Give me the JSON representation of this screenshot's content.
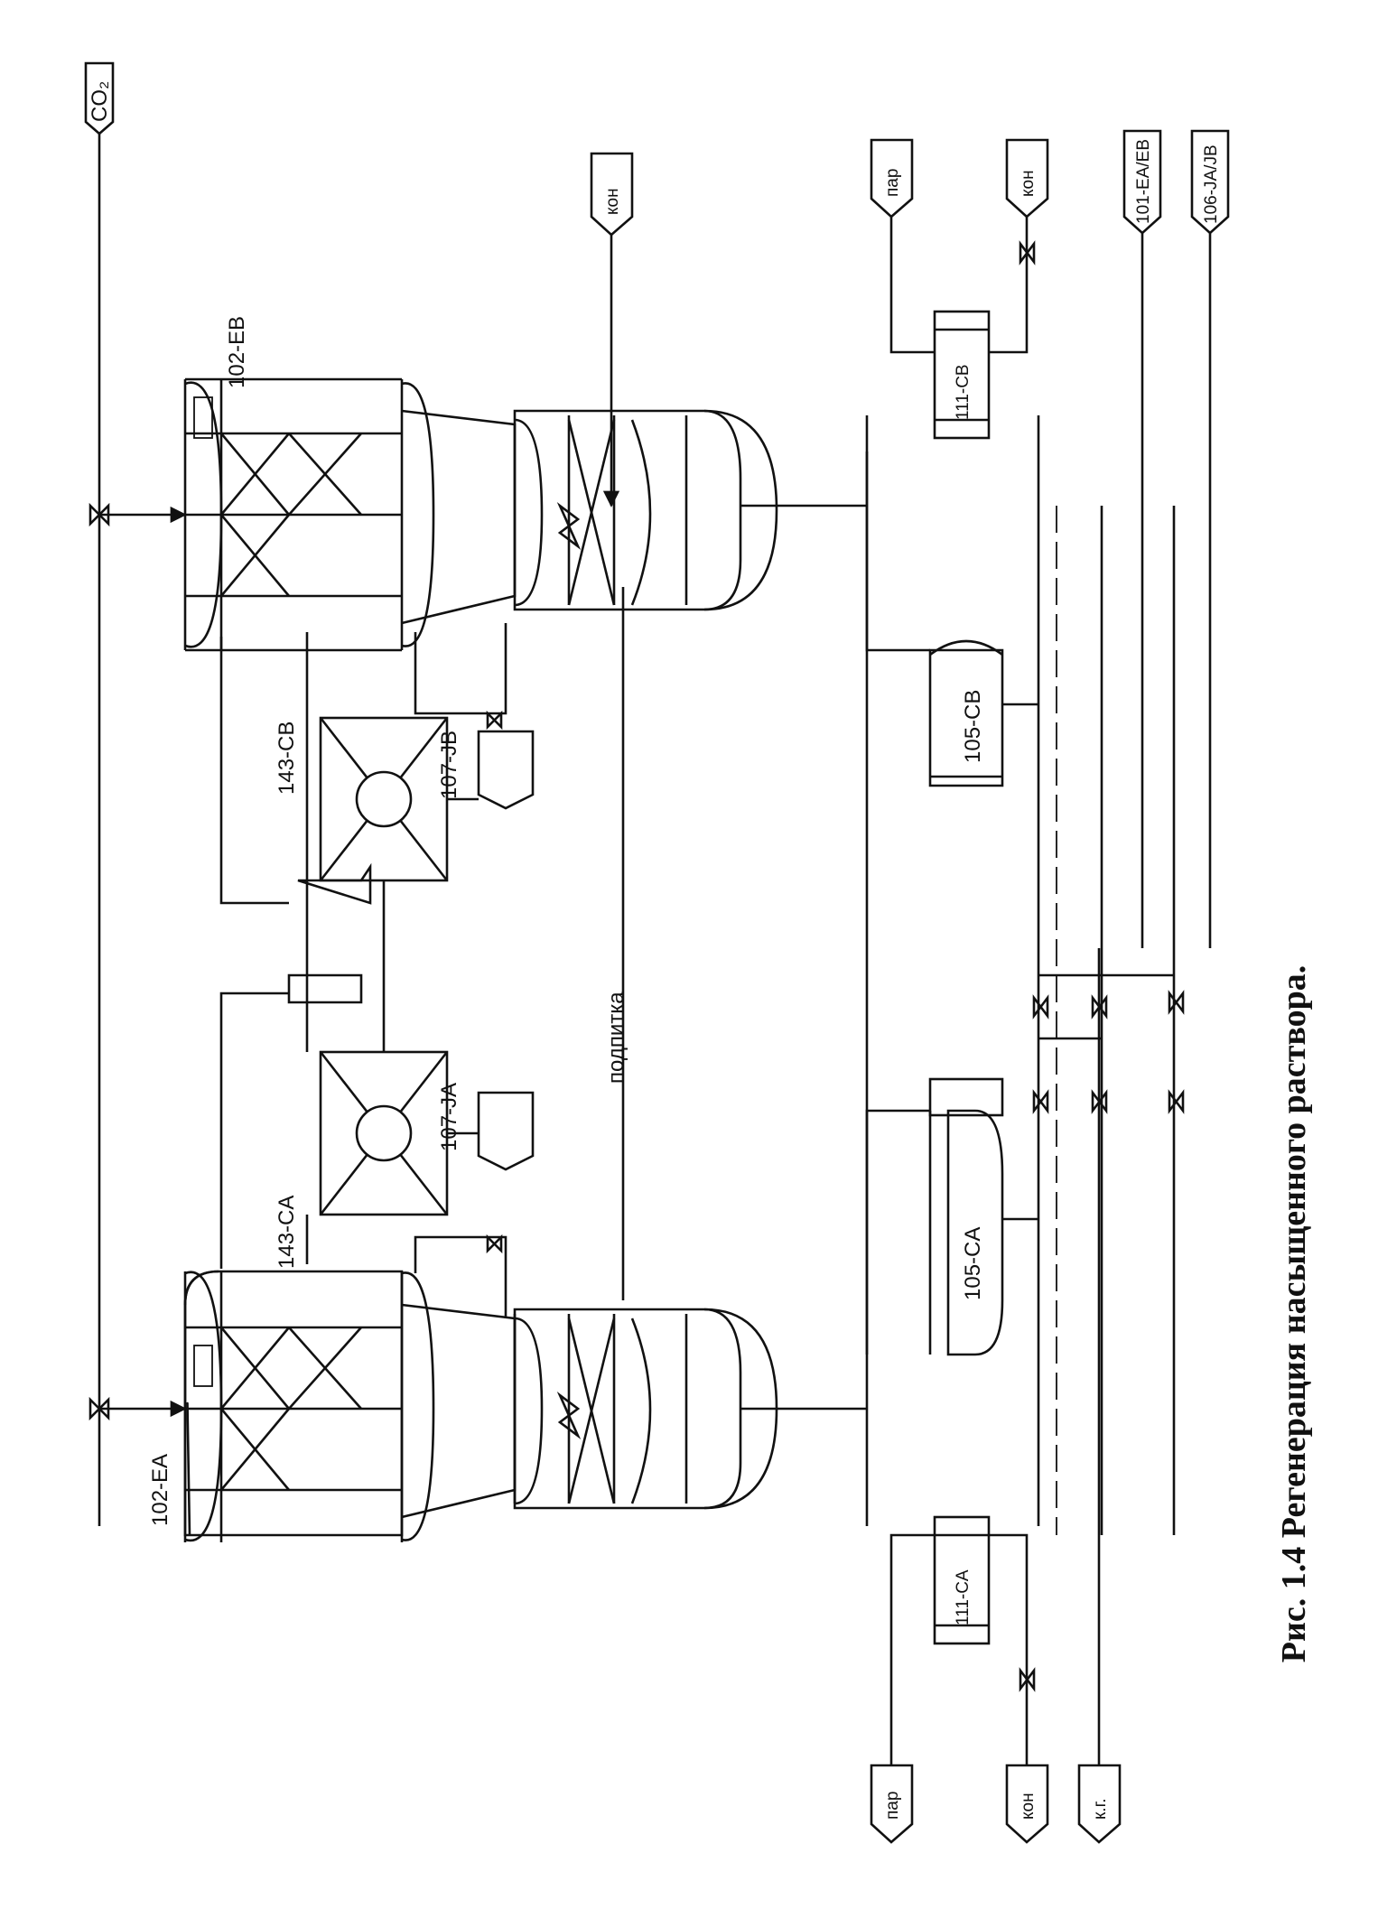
{
  "caption": "Рис. 1.4 Регенерация насыщенного раствора.",
  "equipment": {
    "col_a": "102-EA",
    "col_b": "102-EB",
    "cooler_a": "143-CA",
    "cooler_b": "143-CB",
    "pump_a": "107-JA",
    "pump_b": "107-JB",
    "drum_a": "105-CA",
    "drum_b": "105-CB",
    "reboiler_a": "111-CA",
    "reboiler_b": "111-CB"
  },
  "streams": {
    "co2": "CO₂",
    "kon_top": "кон",
    "par_right": "пар",
    "kon_right": "кон",
    "out_101": "101-EA/EB",
    "out_106": "106-JA/JB",
    "par_left": "пар",
    "kon_left": "кон",
    "kg": "к.г."
  },
  "labels": {
    "podpitka": "подпитка"
  }
}
